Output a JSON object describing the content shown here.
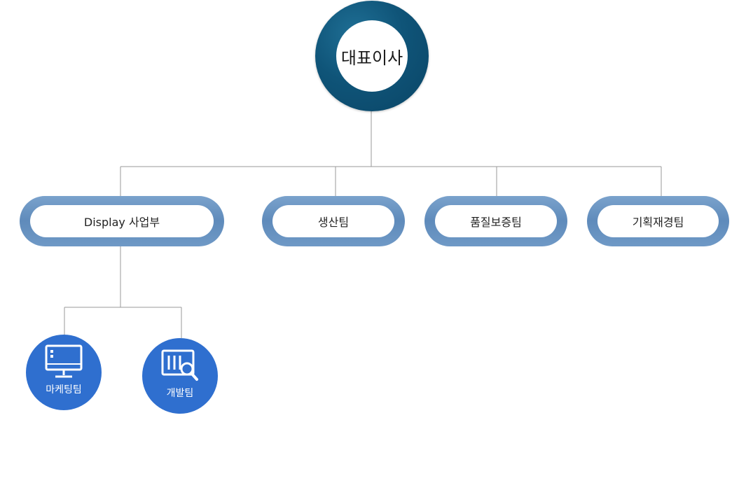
{
  "org": {
    "ceo": {
      "label": "대표이사"
    },
    "departments": [
      {
        "label": "Display 사업부"
      },
      {
        "label": "생산팀"
      },
      {
        "label": "품질보증팀"
      },
      {
        "label": "기획재경팀"
      }
    ],
    "teams": [
      {
        "label": "마케팅팀",
        "icon": "monitor-icon"
      },
      {
        "label": "개발팀",
        "icon": "research-icon"
      }
    ]
  },
  "colors": {
    "ceo_ring": "#0f5478",
    "dept_ring": "#6f99c6",
    "team_fill": "#2f6fcf",
    "connector": "#9a9a9a"
  }
}
